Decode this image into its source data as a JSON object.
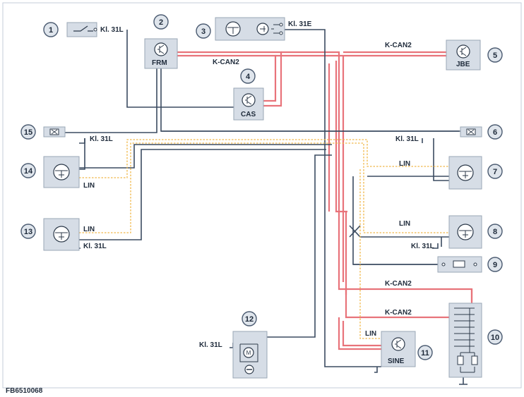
{
  "callouts": [
    "1",
    "2",
    "3",
    "4",
    "5",
    "6",
    "7",
    "8",
    "9",
    "10",
    "11",
    "12",
    "13",
    "14",
    "15"
  ],
  "modules": {
    "frm": "FRM",
    "cas": "CAS",
    "jbe": "JBE",
    "sine": "SINE"
  },
  "labels": {
    "kl31l": "Kl. 31L",
    "kl31e": "Kl. 31E",
    "kcan2": "K-CAN2",
    "lin": "LIN"
  },
  "figure_code": "FB6510068",
  "colors": {
    "k_can2_bus": "#e8737a",
    "wire": "#3b4b60",
    "lin_bus": "#f0b84a",
    "component_fill": "#d6dde6",
    "callout_fill": "#dfe5ec"
  }
}
